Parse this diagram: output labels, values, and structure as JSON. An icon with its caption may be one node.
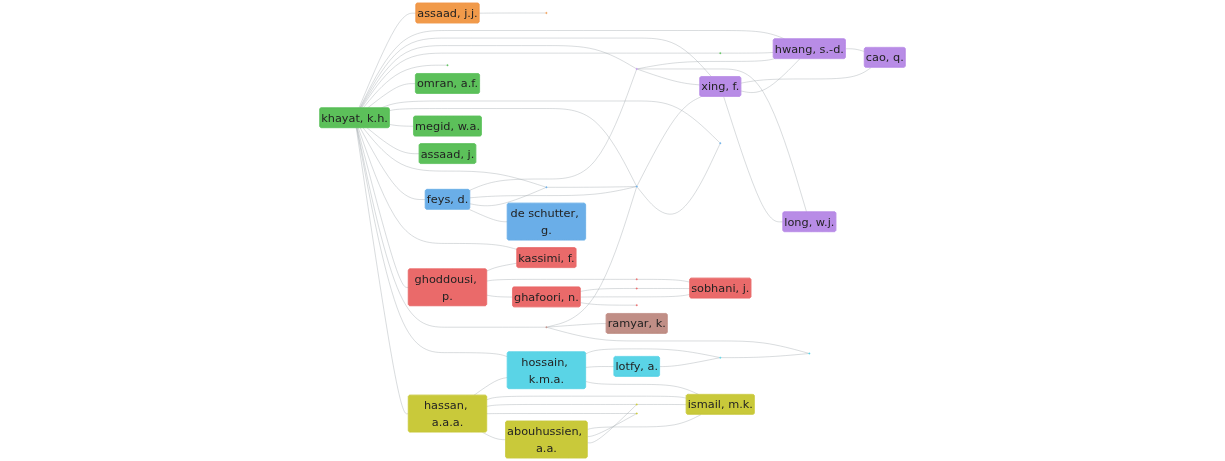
{
  "diagram": {
    "nodes": [
      {
        "text": [],
        "shape": "circle"
      },
      {
        "text": [
          "assaad, j.j."
        ]
      },
      {
        "text": [
          "cao, q."
        ]
      },
      {
        "text": [
          "hwang, s.-d."
        ]
      },
      {
        "text": [
          "long, w.j."
        ]
      },
      {
        "text": [
          "xing, f."
        ]
      },
      {
        "text": [],
        "shape": "circle"
      },
      {
        "text": [],
        "shape": "circle"
      },
      {
        "text": [],
        "shape": "circle"
      },
      {
        "text": [
          "omran, a.f."
        ]
      },
      {
        "text": [
          "khayat, k.h."
        ]
      },
      {
        "text": [],
        "shape": "circle"
      },
      {
        "text": [],
        "shape": "circle"
      },
      {
        "text": [
          "megid, w.a."
        ]
      },
      {
        "text": [],
        "shape": "circle"
      },
      {
        "text": [
          "ismail, m.k."
        ]
      },
      {
        "text": [],
        "shape": "circle"
      },
      {
        "text": [
          "hossain, k.m.a."
        ]
      },
      {
        "text": [
          "assaad, j."
        ]
      },
      {
        "text": [],
        "shape": "circle"
      },
      {
        "text": [],
        "shape": "circle"
      },
      {
        "text": [],
        "shape": "circle"
      },
      {
        "text": [
          "kassimi, f."
        ]
      },
      {
        "text": [
          "hassan, a.a.a."
        ]
      },
      {
        "text": [
          "ramyar, k."
        ]
      },
      {
        "text": [
          "lotfy, a."
        ]
      },
      {
        "text": [],
        "shape": "circle"
      },
      {
        "text": [
          "feys, d."
        ]
      },
      {
        "text": [
          "abouhussien, a.a."
        ]
      },
      {
        "text": [],
        "shape": "circle"
      },
      {
        "text": [
          "ghoddousi, p."
        ]
      },
      {
        "text": [
          "de schutter, g."
        ]
      },
      {
        "text": [
          "sobhani, j."
        ]
      },
      {
        "text": [],
        "shape": "circle"
      },
      {
        "text": [
          "ghafoori, n."
        ]
      },
      {
        "text": [],
        "shape": "circle"
      }
    ],
    "edges": [
      {
        "from": 0,
        "to": 1,
        "arrow": "none"
      },
      {
        "from": 1,
        "to": 10,
        "arrow": "none"
      },
      {
        "from": 2,
        "to": 3,
        "arrow": "none"
      },
      {
        "from": 2,
        "to": 5,
        "arrow": "none"
      },
      {
        "from": 3,
        "to": 5,
        "arrow": "none"
      },
      {
        "from": 3,
        "to": 6,
        "arrow": "none"
      },
      {
        "from": 3,
        "to": 7,
        "arrow": "none"
      },
      {
        "from": 3,
        "to": 10,
        "arrow": "none"
      },
      {
        "from": 4,
        "to": 5,
        "arrow": "none"
      },
      {
        "from": 4,
        "to": 6,
        "arrow": "none"
      },
      {
        "from": 5,
        "to": 6,
        "arrow": "none"
      },
      {
        "from": 5,
        "to": 10,
        "arrow": "none"
      },
      {
        "from": 5,
        "to": 12,
        "arrow": "none"
      },
      {
        "from": 6,
        "to": 10,
        "arrow": "none"
      },
      {
        "from": 6,
        "to": 27,
        "arrow": "none"
      },
      {
        "from": 7,
        "to": 10,
        "arrow": "none"
      },
      {
        "from": 8,
        "to": 10,
        "arrow": "none"
      },
      {
        "from": 9,
        "to": 10,
        "arrow": "none"
      },
      {
        "from": 10,
        "to": 11,
        "arrow": "none"
      },
      {
        "from": 10,
        "to": 12,
        "arrow": "none"
      },
      {
        "from": 10,
        "to": 13,
        "arrow": "none"
      },
      {
        "from": 10,
        "to": 18,
        "arrow": "none"
      },
      {
        "from": 10,
        "to": 19,
        "arrow": "none"
      },
      {
        "from": 10,
        "to": 27,
        "arrow": "none"
      },
      {
        "from": 10,
        "to": 22,
        "arrow": "none"
      },
      {
        "from": 10,
        "to": 30,
        "arrow": "none"
      },
      {
        "from": 10,
        "to": 20,
        "arrow": "none"
      },
      {
        "from": 10,
        "to": 17,
        "arrow": "none"
      },
      {
        "from": 10,
        "to": 23,
        "arrow": "none"
      },
      {
        "from": 11,
        "to": 12,
        "arrow": "none"
      },
      {
        "from": 12,
        "to": 19,
        "arrow": "none"
      },
      {
        "from": 12,
        "to": 27,
        "arrow": "none"
      },
      {
        "from": 12,
        "to": 20,
        "arrow": "none"
      },
      {
        "from": 19,
        "to": 27,
        "arrow": "none"
      },
      {
        "from": 27,
        "to": 31,
        "arrow": "none"
      },
      {
        "from": 20,
        "to": 24,
        "arrow": "none"
      },
      {
        "from": 20,
        "to": 14,
        "arrow": "none"
      },
      {
        "from": 14,
        "to": 21,
        "arrow": "none"
      },
      {
        "from": 17,
        "to": 21,
        "arrow": "none"
      },
      {
        "from": 17,
        "to": 25,
        "arrow": "none"
      },
      {
        "from": 21,
        "to": 25,
        "arrow": "none"
      },
      {
        "from": 17,
        "to": 23,
        "arrow": "none"
      },
      {
        "from": 17,
        "to": 15,
        "arrow": "none"
      },
      {
        "from": 15,
        "to": 23,
        "arrow": "none"
      },
      {
        "from": 15,
        "to": 16,
        "arrow": "none"
      },
      {
        "from": 15,
        "to": 28,
        "arrow": "none"
      },
      {
        "from": 23,
        "to": 16,
        "arrow": "none"
      },
      {
        "from": 23,
        "to": 26,
        "arrow": "none"
      },
      {
        "from": 23,
        "to": 28,
        "arrow": "none"
      },
      {
        "from": 26,
        "to": 28,
        "arrow": "none"
      },
      {
        "from": 16,
        "to": 28,
        "arrow": "none"
      },
      {
        "from": 22,
        "to": 30,
        "arrow": "none"
      },
      {
        "from": 29,
        "to": 30,
        "arrow": "none"
      },
      {
        "from": 29,
        "to": 32,
        "arrow": "none"
      },
      {
        "from": 30,
        "to": 34,
        "arrow": "none"
      },
      {
        "from": 32,
        "to": 33,
        "arrow": "none"
      },
      {
        "from": 33,
        "to": 34,
        "arrow": "none"
      },
      {
        "from": 32,
        "to": 34,
        "arrow": "none"
      },
      {
        "from": 34,
        "to": 35,
        "arrow": "none"
      }
    ]
  }
}
